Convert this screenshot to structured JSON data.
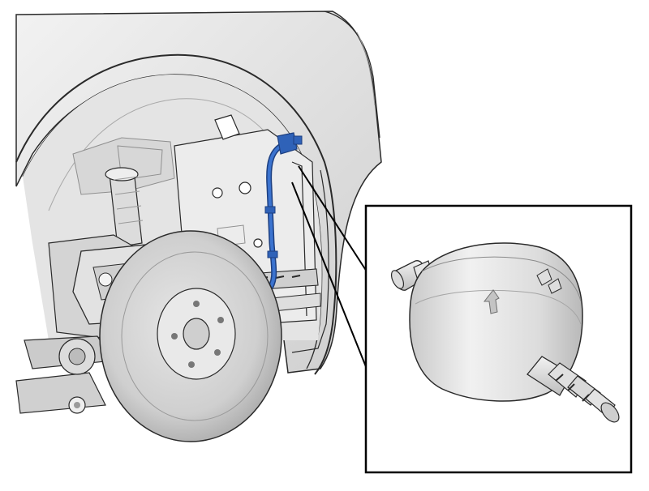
{
  "figure": {
    "main_view": "wheel-well-cutaway",
    "highlighted_part": "blue-hose-with-connector",
    "detail_view": "filter-component-enlarged",
    "colors": {
      "background": "#ffffff",
      "line": "#2a2a2a",
      "body_light": "#ececec",
      "body_mid": "#d8d8d8",
      "body_dark": "#b4b4b4",
      "highlight": "#2f62b8",
      "highlight_dark": "#1d3f80"
    }
  }
}
